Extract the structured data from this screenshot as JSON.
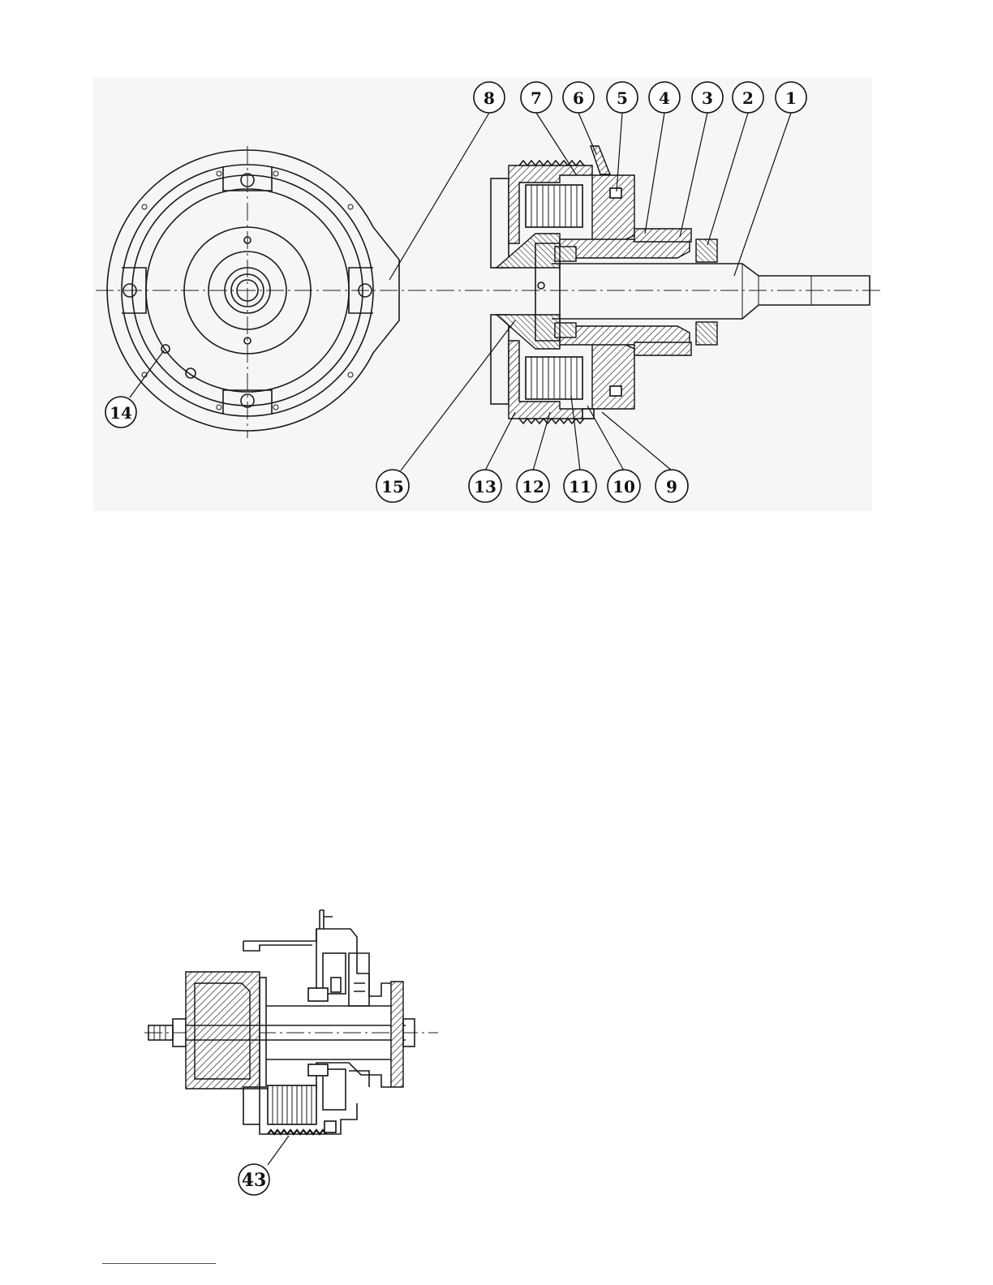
{
  "figure_top": {
    "callouts": [
      {
        "label": "8"
      },
      {
        "label": "7"
      },
      {
        "label": "6"
      },
      {
        "label": "5"
      },
      {
        "label": "4"
      },
      {
        "label": "3"
      },
      {
        "label": "2"
      },
      {
        "label": "1"
      },
      {
        "label": "14"
      },
      {
        "label": "15"
      },
      {
        "label": "13"
      },
      {
        "label": "12"
      },
      {
        "label": "11"
      },
      {
        "label": "10"
      },
      {
        "label": "9"
      }
    ]
  },
  "figure_bottom": {
    "callouts": [
      {
        "label": "43"
      }
    ]
  },
  "colors": {
    "line": "#1a1a1a",
    "link_rule": "#1f4fd0",
    "panel": "#f6f6f6"
  }
}
